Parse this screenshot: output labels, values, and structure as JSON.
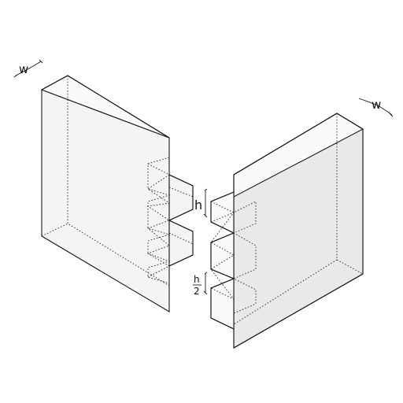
{
  "labels": {
    "w_left": "w",
    "w_right": "w",
    "h": "h",
    "frac_num": "h",
    "frac_den": "2"
  }
}
